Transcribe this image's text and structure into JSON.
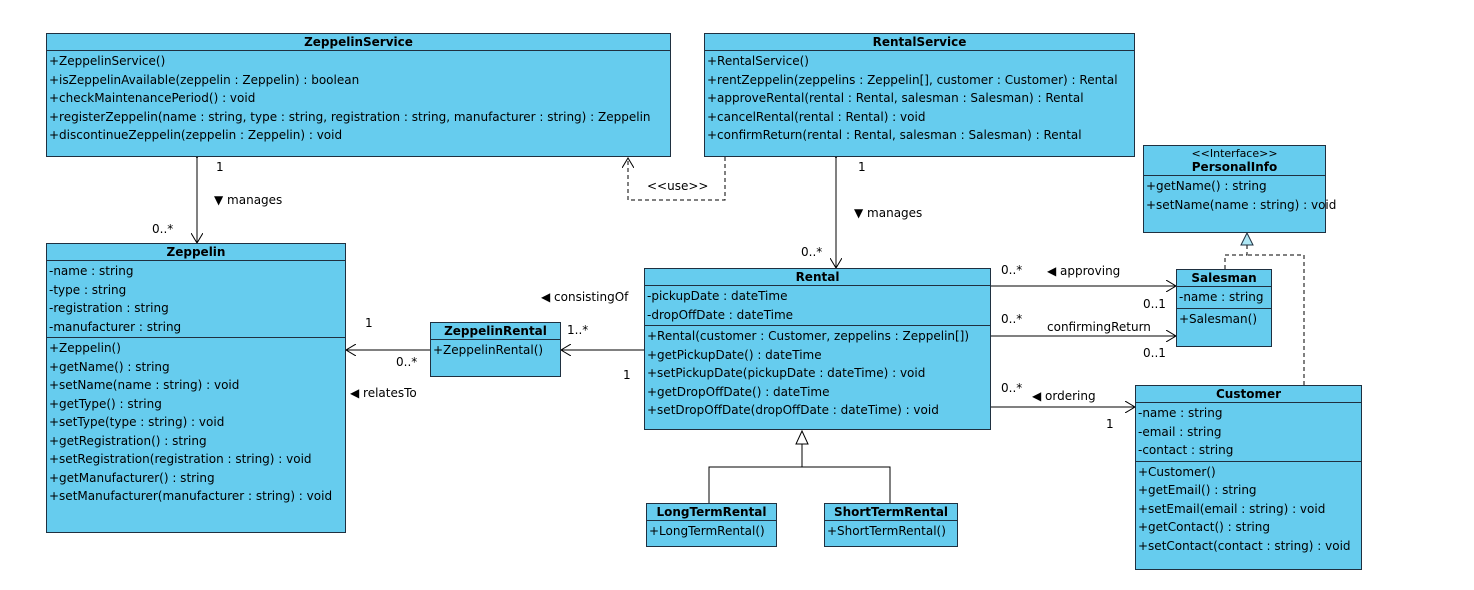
{
  "classes": {
    "zeppelin_service": {
      "name": "ZeppelinService",
      "attributes": [],
      "operations": [
        "+ZeppelinService()",
        "+isZeppelinAvailable(zeppelin : Zeppelin) : boolean",
        "+checkMaintenancePeriod() : void",
        "+registerZeppelin(name : string, type : string, registration : string, manufacturer : string) : Zeppelin",
        "+discontinueZeppelin(zeppelin : Zeppelin) : void"
      ]
    },
    "rental_service": {
      "name": "RentalService",
      "attributes": [],
      "operations": [
        "+RentalService()",
        "+rentZeppelin(zeppelins : Zeppelin[], customer : Customer) : Rental",
        "+approveRental(rental : Rental, salesman : Salesman) : Rental",
        "+cancelRental(rental : Rental) : void",
        "+confirmReturn(rental : Rental, salesman : Salesman) : Rental"
      ]
    },
    "personal_info": {
      "stereotype": "<<Interface>>",
      "name": "PersonalInfo",
      "attributes": [],
      "operations": [
        "+getName() : string",
        "+setName(name : string) : void"
      ]
    },
    "zeppelin": {
      "name": "Zeppelin",
      "attributes": [
        "-name : string",
        "-type : string",
        "-registration : string",
        "-manufacturer : string"
      ],
      "operations": [
        "+Zeppelin()",
        "+getName() : string",
        "+setName(name : string) : void",
        "+getType() : string",
        "+setType(type : string) : void",
        "+getRegistration() : string",
        "+setRegistration(registration : string) : void",
        "+getManufacturer() : string",
        "+setManufacturer(manufacturer : string) : void"
      ]
    },
    "zeppelin_rental": {
      "name": "ZeppelinRental",
      "attributes": [],
      "operations": [
        "+ZeppelinRental()"
      ]
    },
    "rental": {
      "name": "Rental",
      "attributes": [
        "-pickupDate : dateTime",
        "-dropOffDate : dateTime"
      ],
      "operations": [
        "+Rental(customer : Customer, zeppelins : Zeppelin[])",
        "+getPickupDate() : dateTime",
        "+setPickupDate(pickupDate : dateTime) : void",
        "+getDropOffDate() : dateTime",
        "+setDropOffDate(dropOffDate : dateTime) : void"
      ]
    },
    "salesman": {
      "name": "Salesman",
      "attributes": [
        "-name : string"
      ],
      "operations": [
        "+Salesman()"
      ]
    },
    "customer": {
      "name": "Customer",
      "attributes": [
        "-name : string",
        "-email : string",
        "-contact : string"
      ],
      "operations": [
        "+Customer()",
        "+getEmail() : string",
        "+setEmail(email : string) : void",
        "+getContact() : string",
        "+setContact(contact : string) : void"
      ]
    },
    "long_term_rental": {
      "name": "LongTermRental",
      "attributes": [],
      "operations": [
        "+LongTermRental()"
      ]
    },
    "short_term_rental": {
      "name": "ShortTermRental",
      "attributes": [],
      "operations": [
        "+ShortTermRental()"
      ]
    }
  },
  "relations": {
    "zs_manages": {
      "label": "▼ manages",
      "source_mult": "1",
      "target_mult": "0..*"
    },
    "use_dependency": {
      "label": "<<use>>"
    },
    "rs_manages": {
      "label": "▼ manages",
      "source_mult": "1",
      "target_mult": "0..*"
    },
    "consisting_of": {
      "label": "◀ consistingOf",
      "rental_mult": "1",
      "zr_mult": "1..*"
    },
    "relates_to": {
      "label": "◀ relatesTo",
      "zeppelin_mult": "1",
      "zr_mult": "0..*"
    },
    "approving": {
      "label": "◀ approving",
      "rental_mult": "0..*",
      "salesman_mult": "0..1"
    },
    "confirming_return": {
      "label": "confirmingReturn",
      "rental_mult": "0..*",
      "salesman_mult": "0..1"
    },
    "ordering": {
      "label": "◀ ordering",
      "rental_mult": "0..*",
      "customer_mult": "1"
    }
  }
}
